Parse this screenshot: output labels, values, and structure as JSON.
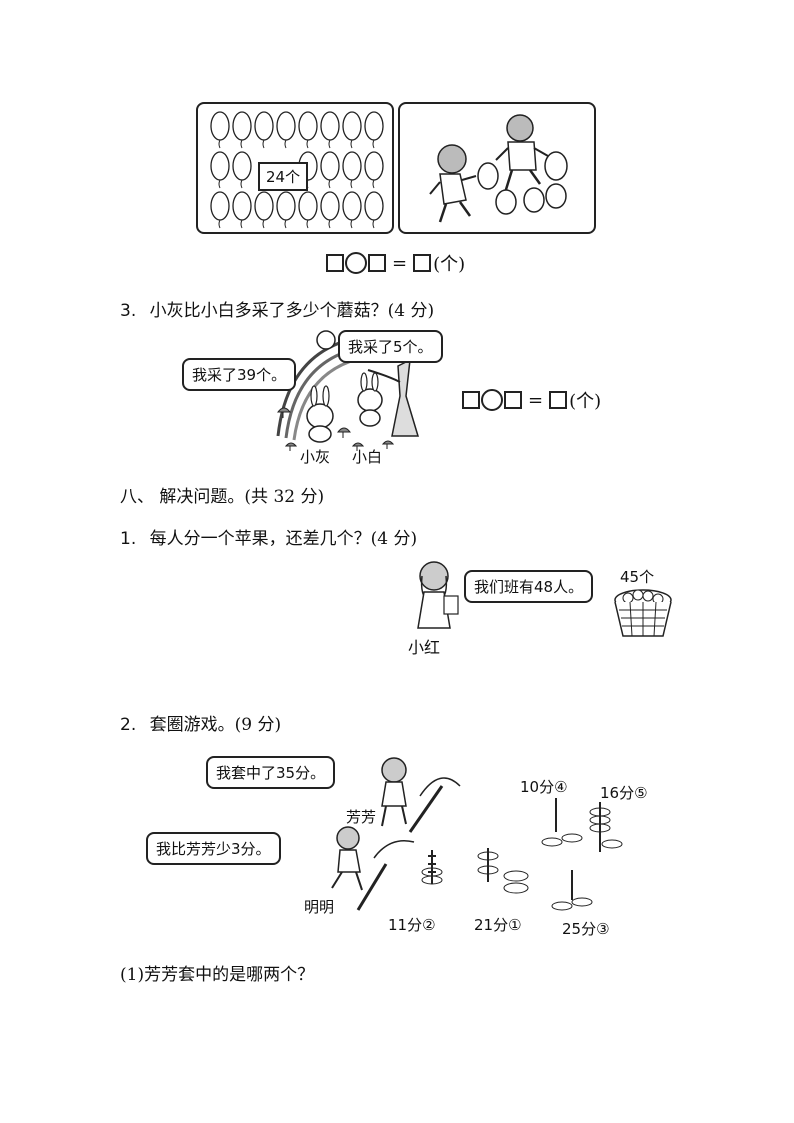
{
  "q2": {
    "balloon_count_label": "24个",
    "equation_unit": "(个)",
    "equals": "="
  },
  "q3": {
    "number": "3.",
    "text": "小灰比小白多采了多少个蘑菇？(4 分)",
    "bubble_grey": "我采了39个。",
    "bubble_white": "我采了5个。",
    "name_grey": "小灰",
    "name_white": "小白",
    "equation_unit": "(个)",
    "equals": "="
  },
  "section8": {
    "title": "八、 解决问题。(共 32 分)"
  },
  "p1": {
    "number": "1.",
    "text": "每人分一个苹果，还差几个？(4 分)",
    "bubble": "我们班有48人。",
    "name": "小红",
    "basket_label": "45个"
  },
  "p2": {
    "number": "2.",
    "text": "套圈游戏。(9 分)",
    "bubble_fangfang": "我套中了35分。",
    "bubble_mingming": "我比芳芳少3分。",
    "name_fangfang": "芳芳",
    "name_mingming": "明明",
    "targets": [
      {
        "label": "10分④"
      },
      {
        "label": "16分⑤"
      },
      {
        "label": "11分②"
      },
      {
        "label": "21分①"
      },
      {
        "label": "25分③"
      }
    ],
    "sub1": "(1)芳芳套中的是哪两个？"
  }
}
